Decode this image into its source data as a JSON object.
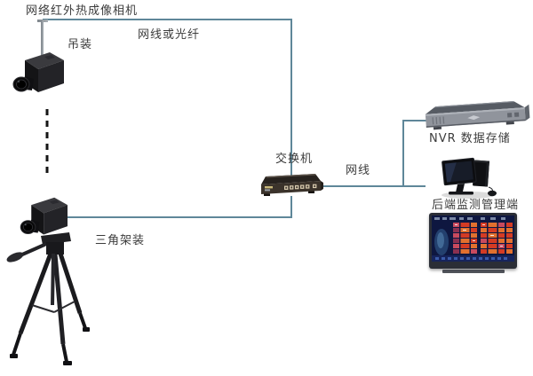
{
  "diagram": {
    "type": "network-topology",
    "labels": {
      "camera_title": "网络红外热成像相机",
      "ceiling_mount": "吊装",
      "cable_or_fiber": "网线或光纤",
      "tripod_mount": "三角架装",
      "switch": "交换机",
      "cable": "网线",
      "nvr_storage": "NVR 数据存储",
      "backend_terminal": "后端监测管理端"
    },
    "devices": [
      {
        "name": "ceiling-thermal-camera",
        "label": "吊装"
      },
      {
        "name": "tripod-thermal-camera",
        "label": "三角架装"
      },
      {
        "name": "network-switch",
        "label": "交换机"
      },
      {
        "name": "nvr-recorder",
        "label": "NVR 数据存储"
      },
      {
        "name": "management-workstation",
        "label": "后端监测管理端"
      },
      {
        "name": "thermal-monitoring-display",
        "label": ""
      }
    ],
    "connections": [
      {
        "from": "ceiling-thermal-camera",
        "to": "network-switch",
        "label": "网线或光纤"
      },
      {
        "from": "tripod-thermal-camera",
        "to": "network-switch",
        "label": ""
      },
      {
        "from": "network-switch",
        "to": "nvr-recorder",
        "label": "网线"
      },
      {
        "from": "network-switch",
        "to": "management-workstation",
        "label": "网线"
      }
    ],
    "colors": {
      "connection_line": "#5f8799",
      "dashed_line": "#161616",
      "label_text": "#3c3c3c",
      "background": "#ffffff",
      "thermal_red": "#d43b24",
      "thermal_orange": "#e2702e",
      "thermal_pink": "#c84a5e",
      "screen_blue": "#0e1740"
    }
  }
}
